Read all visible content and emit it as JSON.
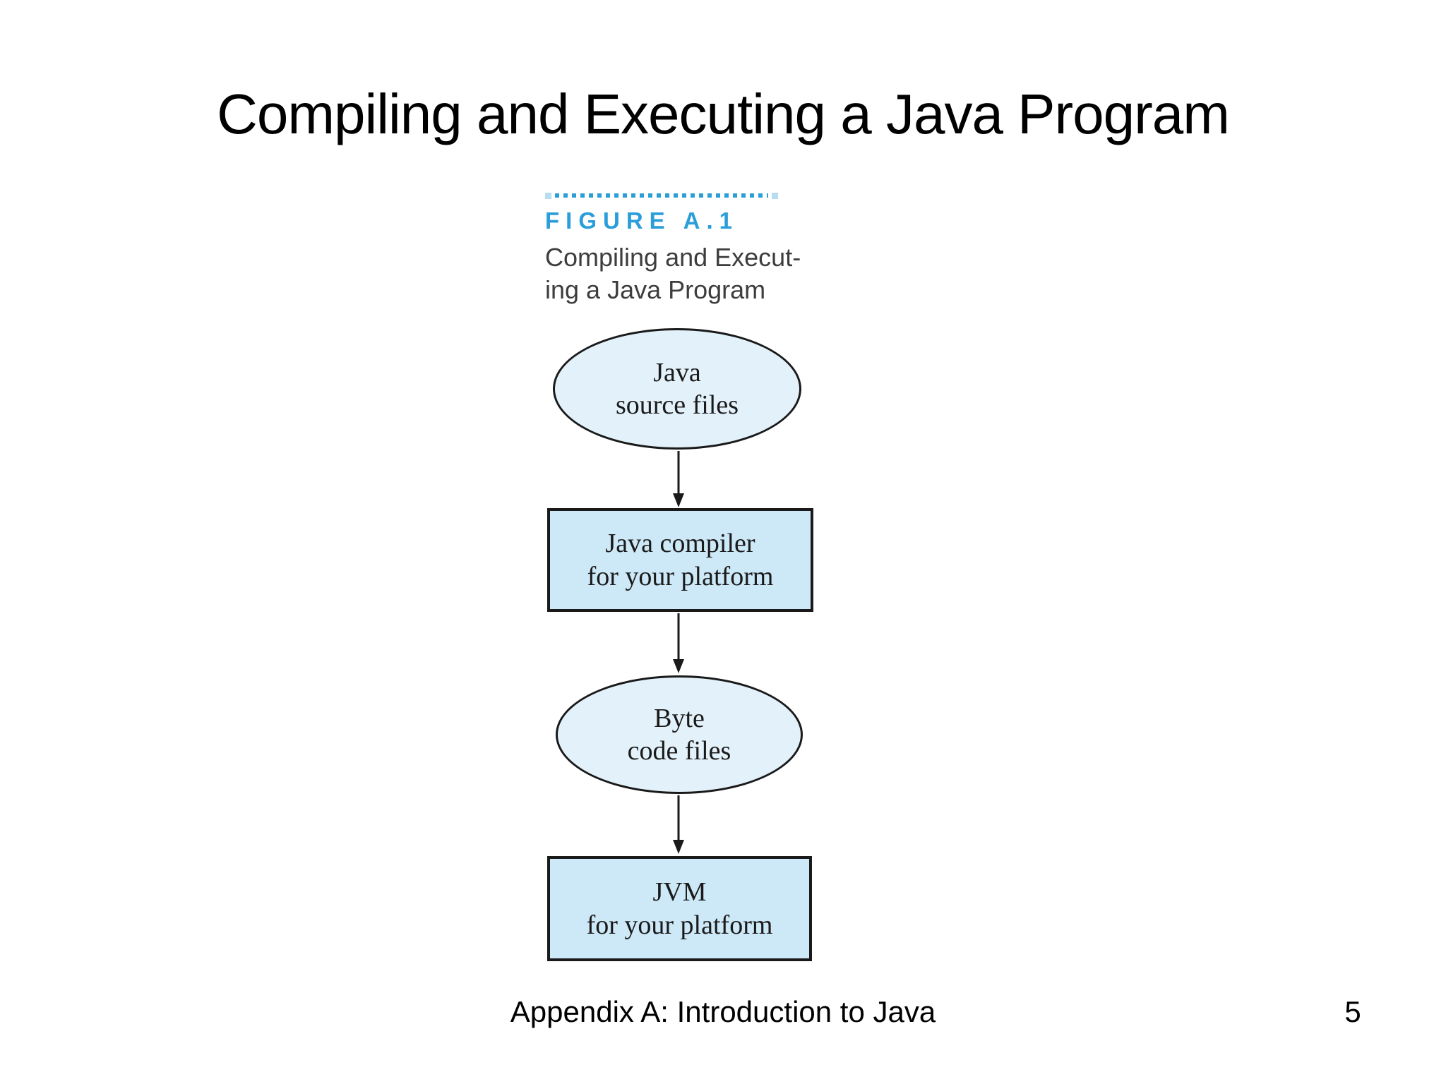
{
  "slide": {
    "title": "Compiling and Executing a Java Program",
    "footer": "Appendix A: Introduction to Java",
    "page_number": "5"
  },
  "figure": {
    "label": "FIGURE A.1",
    "caption_line1": "Compiling and Execut-",
    "caption_line2": "ing a Java Program"
  },
  "diagram": {
    "nodes": [
      {
        "id": "java-source",
        "shape": "ellipse",
        "line1": "Java",
        "line2": "source files"
      },
      {
        "id": "java-compiler",
        "shape": "rect",
        "line1": "Java compiler",
        "line2": "for your platform"
      },
      {
        "id": "byte-code",
        "shape": "ellipse",
        "line1": "Byte",
        "line2": "code files"
      },
      {
        "id": "jvm",
        "shape": "rect",
        "line1": "JVM",
        "line2": "for your platform"
      }
    ],
    "connections": [
      {
        "from": "java-source",
        "to": "java-compiler"
      },
      {
        "from": "java-compiler",
        "to": "byte-code"
      },
      {
        "from": "byte-code",
        "to": "jvm"
      }
    ]
  },
  "colors": {
    "accent_blue": "#2b9ed9",
    "ellipse_fill": "#e3f1fa",
    "rect_fill": "#cde8f7",
    "caption_text": "#3d3d3d",
    "node_border": "#1a1a1a"
  }
}
